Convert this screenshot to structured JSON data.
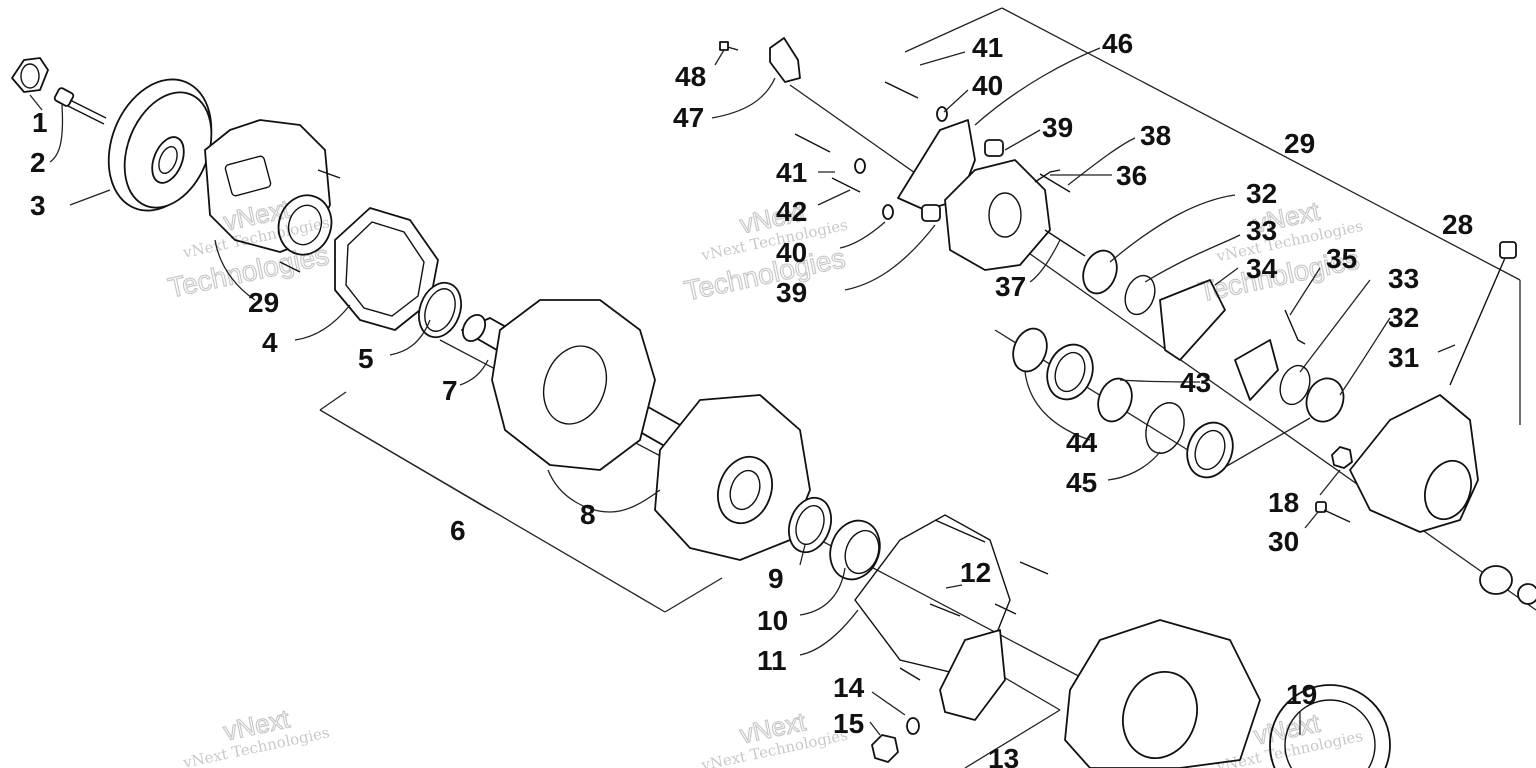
{
  "diagram": {
    "callouts": {
      "c1": "1",
      "c2": "2",
      "c3": "3",
      "c4": "4",
      "c5": "5",
      "c6": "6",
      "c7": "7",
      "c8": "8",
      "c9": "9",
      "c10": "10",
      "c11": "11",
      "c12": "12",
      "c13": "13",
      "c14": "14",
      "c15": "15",
      "c18": "18",
      "c19": "19",
      "c28": "28",
      "c29a": "29",
      "c29b": "29",
      "c30": "30",
      "c31": "31",
      "c32a": "32",
      "c32b": "32",
      "c33a": "33",
      "c33b": "33",
      "c34": "34",
      "c35": "35",
      "c36": "36",
      "c37": "37",
      "c38": "38",
      "c39a": "39",
      "c39b": "39",
      "c40a": "40",
      "c40b": "40",
      "c41a": "41",
      "c41b": "41",
      "c42": "42",
      "c43": "43",
      "c44": "44",
      "c45": "45",
      "c46": "46",
      "c47": "47",
      "c48": "48"
    },
    "watermark": {
      "line1": "vNext Technologies",
      "line2": "vNext",
      "line3": "Technologies"
    },
    "colors": {
      "ink": "#111111",
      "paper": "#ffffff",
      "watermark": "#8a8a8a"
    }
  }
}
